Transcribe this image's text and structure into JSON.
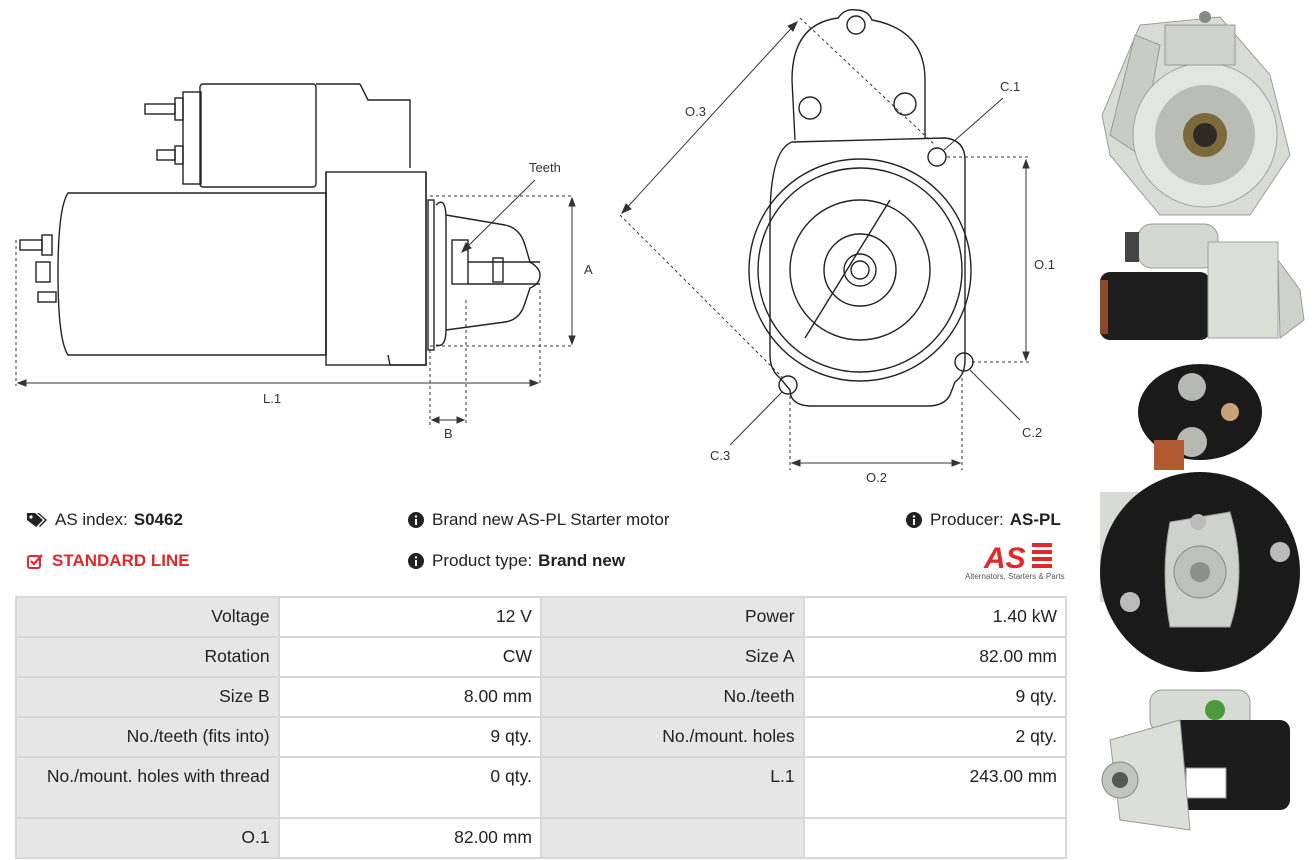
{
  "diagram": {
    "labels": {
      "teeth": "Teeth",
      "a": "A",
      "l1": "L.1",
      "b": "B",
      "o3": "O.3",
      "c1": "C.1",
      "o1": "O.1",
      "c2": "C.2",
      "c3": "C.3",
      "o2": "O.2"
    }
  },
  "info": {
    "as_index_label": "AS index:",
    "as_index_value": "S0462",
    "line": "STANDARD LINE",
    "description": "Brand new AS-PL Starter motor",
    "product_type_label": "Product type:",
    "product_type_value": "Brand new",
    "producer_label": "Producer:",
    "producer_value": "AS-PL",
    "logo_text": "AS",
    "logo_tagline": "Alternators, Starters & Parts"
  },
  "specs": {
    "rows": [
      [
        "Voltage",
        "12 V",
        "Power",
        "1.40 kW"
      ],
      [
        "Rotation",
        "CW",
        "Size A",
        "82.00 mm"
      ],
      [
        "Size B",
        "8.00 mm",
        "No./teeth",
        "9 qty."
      ],
      [
        "No./teeth (fits into)",
        "9 qty.",
        "No./mount. holes",
        "2 qty."
      ],
      [
        "No./mount. holes with thread",
        "0 qty.",
        "L.1",
        "243.00 mm"
      ],
      [
        "O.1",
        "82.00 mm",
        "",
        ""
      ]
    ]
  },
  "colors": {
    "accent_red": "#e3282b",
    "table_border": "#d8d8d8",
    "key_bg": "#e6e6e6"
  },
  "icons": {
    "tags": "tags-icon",
    "check": "check-square-icon",
    "info": "info-circle-icon"
  }
}
